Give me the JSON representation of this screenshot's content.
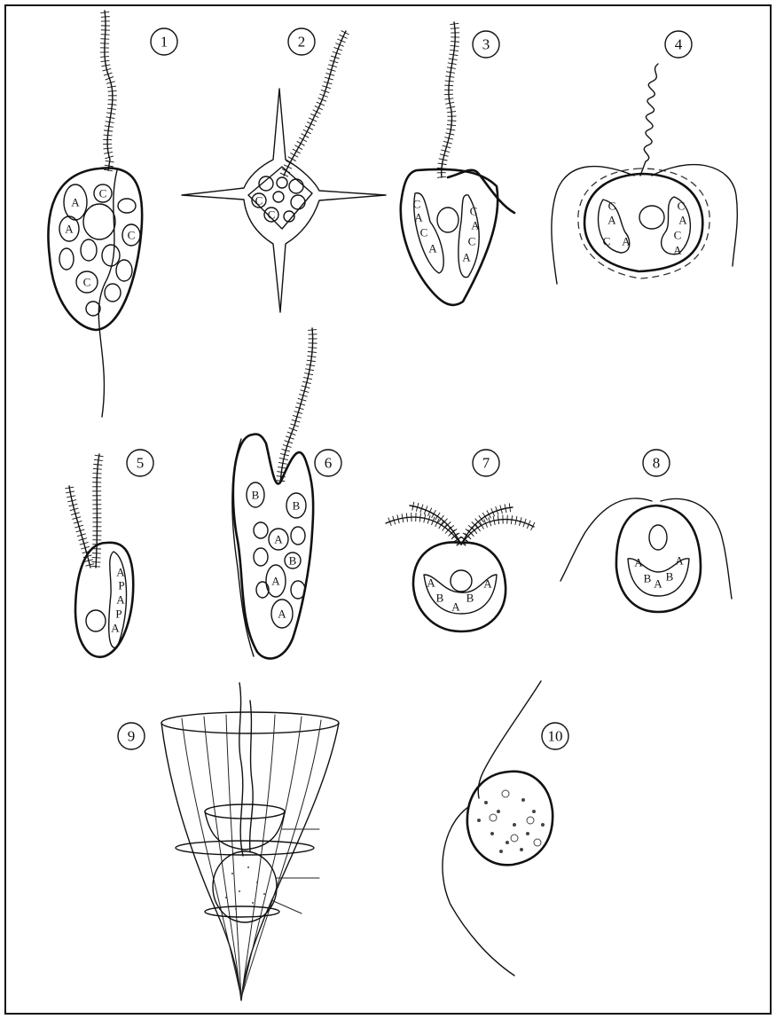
{
  "figures": [
    {
      "id": "1",
      "labels": [
        "A",
        "C",
        "A",
        "C",
        "C"
      ]
    },
    {
      "id": "2",
      "labels": [
        "C",
        "C"
      ]
    },
    {
      "id": "3",
      "labels": [
        "C",
        "A",
        "C",
        "A",
        "C",
        "A",
        "C",
        "A"
      ]
    },
    {
      "id": "4",
      "labels": [
        "C",
        "A",
        "C",
        "A",
        "C",
        "A",
        "C",
        "A"
      ]
    },
    {
      "id": "5",
      "labels": [
        "A",
        "P",
        "A",
        "P",
        "A"
      ]
    },
    {
      "id": "6",
      "labels": [
        "B",
        "B",
        "A",
        "B",
        "A",
        "A"
      ]
    },
    {
      "id": "7",
      "labels": [
        "A",
        "B",
        "A",
        "B",
        "A"
      ]
    },
    {
      "id": "8",
      "labels": [
        "A",
        "B",
        "A",
        "B",
        "A"
      ]
    },
    {
      "id": "9",
      "labels": []
    },
    {
      "id": "10",
      "labels": []
    }
  ]
}
